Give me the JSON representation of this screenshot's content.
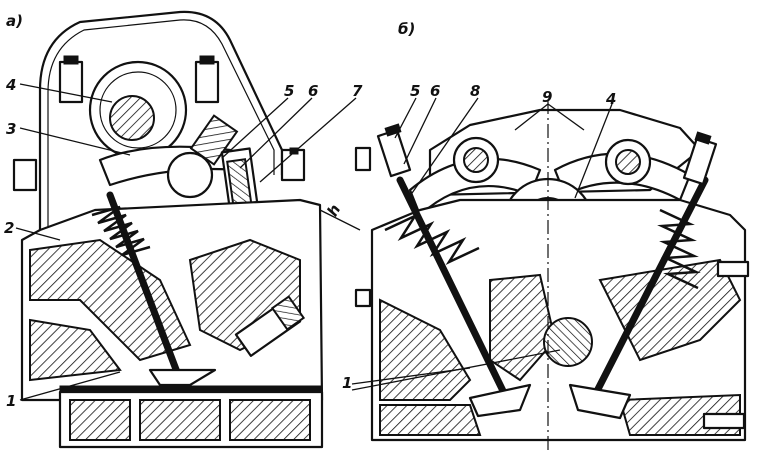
{
  "figure": {
    "panel_a": {
      "marker": "а)",
      "callouts": [
        "1",
        "2",
        "3",
        "4",
        "5",
        "6",
        "7"
      ],
      "dimension_mark": "h"
    },
    "panel_b": {
      "marker": "б)",
      "callouts": [
        "1",
        "4",
        "5",
        "6",
        "8",
        "9"
      ]
    }
  }
}
